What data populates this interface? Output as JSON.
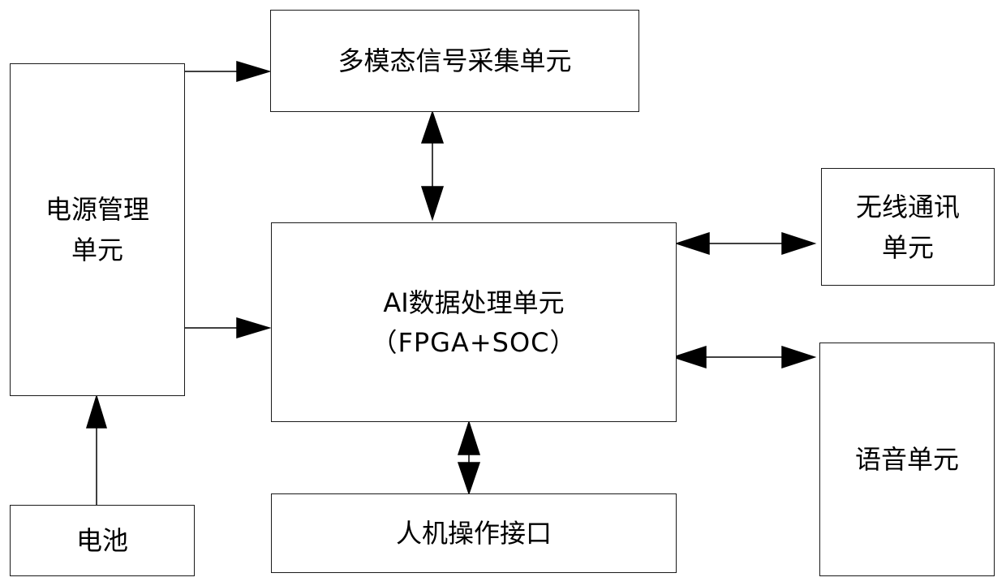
{
  "blocks": {
    "power": {
      "line1": "电源管理",
      "line2": "单元"
    },
    "battery": {
      "label": "电池"
    },
    "acquisition": {
      "label": "多模态信号采集单元"
    },
    "ai": {
      "line1": "AI数据处理单元",
      "line2": "（FPGA+SOC）"
    },
    "wireless": {
      "line1": "无线通讯",
      "line2": "单元"
    },
    "voice": {
      "label": "语音单元"
    },
    "hmi": {
      "label": "人机操作接口"
    }
  }
}
